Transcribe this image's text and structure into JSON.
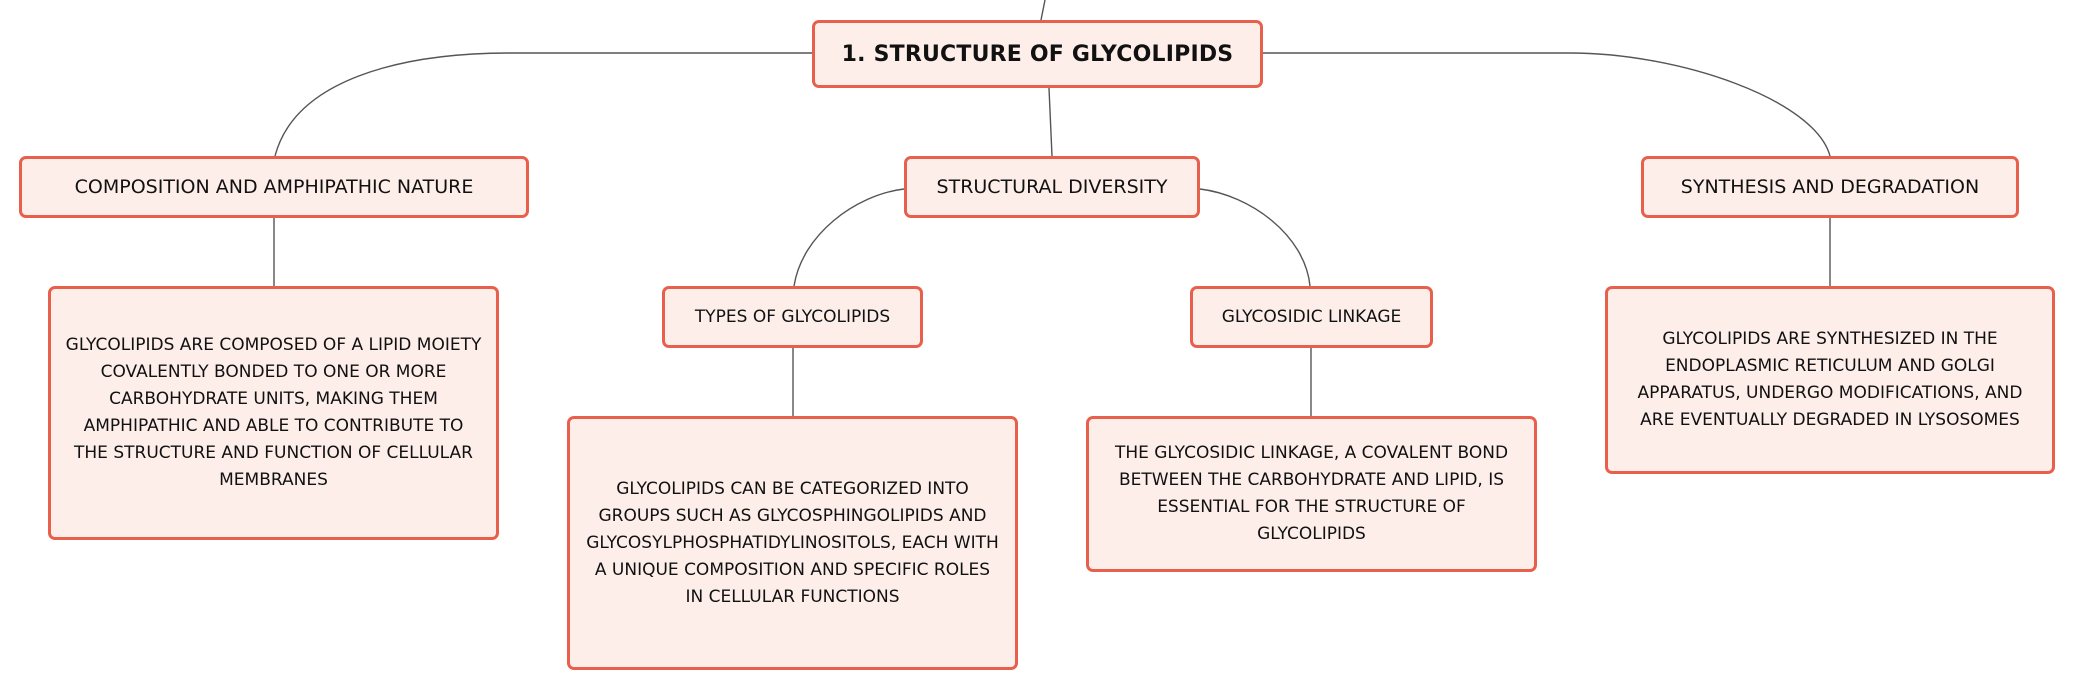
{
  "diagram": {
    "root": {
      "label": "1. STRUCTURE OF GLYCOLIPIDS"
    },
    "branches": {
      "composition": {
        "label": "COMPOSITION AND AMPHIPATHIC NATURE",
        "description": "GLYCOLIPIDS ARE COMPOSED OF A LIPID MOIETY COVALENTLY BONDED TO ONE OR MORE CARBOHYDRATE UNITS, MAKING THEM AMPHIPATHIC AND ABLE TO CONTRIBUTE TO THE STRUCTURE AND FUNCTION OF CELLULAR MEMBRANES"
      },
      "structural_diversity": {
        "label": "STRUCTURAL DIVERSITY",
        "types": {
          "label": "TYPES OF GLYCOLIPIDS",
          "description": "GLYCOLIPIDS CAN BE CATEGORIZED INTO GROUPS SUCH AS GLYCOSPHINGOLIPIDS AND GLYCOSYLPHOSPHATIDYLINOSITOLS, EACH WITH A UNIQUE COMPOSITION AND SPECIFIC ROLES IN CELLULAR FUNCTIONS"
        },
        "linkage": {
          "label": "GLYCOSIDIC LINKAGE",
          "description": "THE GLYCOSIDIC LINKAGE, A COVALENT BOND BETWEEN THE CARBOHYDRATE AND LIPID, IS ESSENTIAL FOR THE STRUCTURE OF GLYCOLIPIDS"
        }
      },
      "synthesis": {
        "label": "SYNTHESIS AND DEGRADATION",
        "description": "GLYCOLIPIDS ARE SYNTHESIZED IN THE ENDOPLASMIC RETICULUM AND GOLGI APPARATUS, UNDERGO MODIFICATIONS, AND ARE EVENTUALLY DEGRADED IN LYSOSOMES"
      }
    },
    "colors": {
      "node_fill": "#fdeeea",
      "node_border": "#e8604c",
      "connector": "#555555",
      "text": "#111111"
    }
  }
}
